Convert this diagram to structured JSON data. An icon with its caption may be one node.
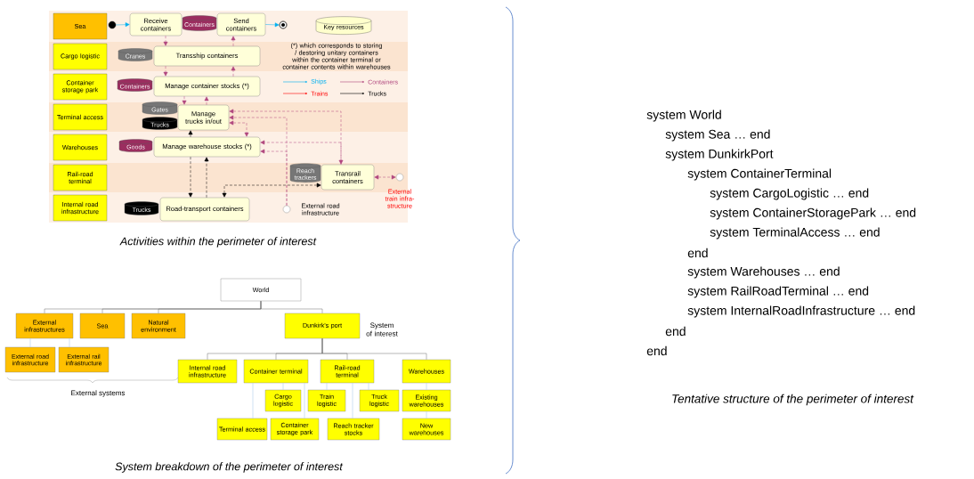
{
  "diagram": {
    "nodes": [
      {
        "text": [
          "Sea"
        ]
      },
      {
        "text": [
          "Cargo logistic"
        ]
      },
      {
        "text": [
          "Container storage park"
        ]
      },
      {
        "text": [
          "Terminal access"
        ]
      },
      {
        "text": [
          "Warehouses"
        ]
      },
      {
        "text": [
          "Rail-road terminal"
        ]
      },
      {
        "text": [
          "Internal road infrastructure"
        ]
      },
      {
        "text": [
          "Receive containers"
        ]
      },
      {
        "text": [
          "Send containers"
        ]
      },
      {
        "text": [
          "Transship containers"
        ]
      },
      {
        "text": [
          "Manage container stocks (*)"
        ]
      },
      {
        "text": [
          "Manage trucks in/out"
        ]
      },
      {
        "text": [
          "Manage warehouse stocks (*)"
        ]
      },
      {
        "text": [
          "Transrail containers"
        ]
      },
      {
        "text": [
          "Road-transport containers"
        ]
      },
      {
        "text": [
          "Containers"
        ]
      },
      {
        "text": [
          "Cranes"
        ]
      },
      {
        "text": [
          "Containers"
        ]
      },
      {
        "text": [
          "Gates"
        ]
      },
      {
        "text": [
          "Trucks"
        ]
      },
      {
        "text": [
          "Goods"
        ]
      },
      {
        "text": [
          "Reach trackers"
        ]
      },
      {
        "text": [
          "Trucks"
        ]
      },
      {
        "text": [
          "Key resources"
        ]
      },
      {
        "text": [],
        "shape": "circle"
      },
      {
        "text": [],
        "shape": "circle"
      },
      {
        "text": [],
        "shape": "circle",
        "beside": [
          "External road infrastructure"
        ]
      },
      {
        "text": [],
        "shape": "circle",
        "beside": [
          "External train infra-structure"
        ]
      },
      {
        "text": [
          "World"
        ]
      },
      {
        "text": [
          "External infrastructures"
        ]
      },
      {
        "text": [
          "Sea"
        ]
      },
      {
        "text": [
          "Natural environment"
        ]
      },
      {
        "text": [
          "Dunkirk's port"
        ],
        "beside": [
          "System of interest"
        ]
      },
      {
        "text": [
          "External road infrastructure"
        ]
      },
      {
        "text": [
          "External rail infrastructure"
        ]
      },
      {
        "text": [
          "Internal road infrastructure"
        ]
      },
      {
        "text": [
          "Container terminal"
        ]
      },
      {
        "text": [
          "Rail-road terminal"
        ]
      },
      {
        "text": [
          "Warehouses"
        ]
      },
      {
        "text": [
          "Cargo logistic"
        ]
      },
      {
        "text": [
          "Terminal access"
        ]
      },
      {
        "text": [
          "Container storage park"
        ]
      },
      {
        "text": [
          "Train logistic"
        ]
      },
      {
        "text": [
          "Truck logistic"
        ]
      },
      {
        "text": [
          "Reach tracker stocks"
        ]
      },
      {
        "text": [
          "Existing warehouses"
        ]
      },
      {
        "text": [
          "New warehouses"
        ]
      }
    ],
    "edges": [
      {
        "from": 24,
        "to": 7,
        "arrow": "to",
        "color": "#00b0f0"
      },
      {
        "from": 8,
        "to": 25,
        "arrow": "to",
        "color": "#00b0f0"
      },
      {
        "from": 7,
        "to": 9,
        "arrow": "to",
        "style": "dashed",
        "color": "#b0467e"
      },
      {
        "from": 9,
        "to": 10,
        "arrow": "to",
        "style": "dashed",
        "color": "#b0467e"
      },
      {
        "from": 9,
        "to": 8,
        "arrow": "to",
        "style": "dashed",
        "color": "#b0467e"
      },
      {
        "from": 10,
        "to": 9,
        "arrow": "to",
        "style": "dashed",
        "color": "#b0467e"
      },
      {
        "from": 10,
        "to": 11,
        "arrow": "to",
        "style": "dashed",
        "color": "#b0467e"
      },
      {
        "from": 11,
        "to": 10,
        "arrow": "to",
        "style": "dashed",
        "color": "#b0467e"
      },
      {
        "from": 12,
        "to": 11,
        "arrow": "to",
        "style": "dashed",
        "color": "#000000"
      },
      {
        "from": 11,
        "to": 12,
        "arrow": "both",
        "style": "dashed",
        "color": "#b0467e"
      },
      {
        "from": 11,
        "to": 13,
        "arrow": "both",
        "style": "dashed",
        "color": "#b0467e"
      },
      {
        "from": 26,
        "to": 11,
        "arrow": "to",
        "style": "dashed",
        "color": "#b0467e"
      },
      {
        "from": 13,
        "to": 12,
        "arrow": "to",
        "style": "dashed",
        "color": "#b0467e"
      },
      {
        "from": 26,
        "to": 12,
        "arrow": "to",
        "style": "dashed",
        "color": "#b0467e"
      },
      {
        "from": 13,
        "to": 27,
        "arrow": "both",
        "style": "dashed",
        "color": "#b0467e"
      },
      {
        "from": 12,
        "to": 14,
        "arrow": "to",
        "style": "dashed",
        "color": "#000000"
      },
      {
        "from": 14,
        "to": 12,
        "arrow": "to",
        "style": "dashed",
        "color": "#000000"
      },
      {
        "from": 13,
        "to": 14,
        "arrow": "both",
        "style": "dashed",
        "color": "#000000"
      },
      {
        "from": 28,
        "to": 29,
        "arrow": "none"
      },
      {
        "from": 28,
        "to": 30,
        "arrow": "none"
      },
      {
        "from": 28,
        "to": 31,
        "arrow": "none"
      },
      {
        "from": 28,
        "to": 32,
        "arrow": "none"
      },
      {
        "from": 29,
        "to": 33,
        "arrow": "none",
        "color": "#9dc3e6"
      },
      {
        "from": 29,
        "to": 34,
        "arrow": "none",
        "color": "#9dc3e6"
      },
      {
        "from": 32,
        "to": 35,
        "arrow": "none"
      },
      {
        "from": 32,
        "to": 36,
        "arrow": "none"
      },
      {
        "from": 32,
        "to": 37,
        "arrow": "none"
      },
      {
        "from": 32,
        "to": 38,
        "arrow": "none"
      },
      {
        "from": 36,
        "to": 39,
        "arrow": "none",
        "color": "#9dc3e6"
      },
      {
        "from": 36,
        "to": 40,
        "arrow": "none",
        "color": "#9dc3e6"
      },
      {
        "from": 36,
        "to": 41,
        "arrow": "none",
        "color": "#9dc3e6"
      },
      {
        "from": 37,
        "to": 42,
        "arrow": "none",
        "color": "#9dc3e6"
      },
      {
        "from": 37,
        "to": 43,
        "arrow": "none",
        "color": "#9dc3e6"
      },
      {
        "from": 37,
        "to": 44,
        "arrow": "none",
        "color": "#9dc3e6"
      },
      {
        "from": 38,
        "to": 45,
        "arrow": "none",
        "color": "#9dc3e6"
      },
      {
        "from": 45,
        "to": 46,
        "arrow": "none",
        "color": "#9dc3e6"
      }
    ],
    "labels": [
      "(*) which corresponds to storing / destoring unitary containers within the container terminal or container contents within warehouses",
      "Activities within the perimeter of interest",
      "External systems",
      "System breakdown of the perimeter of interest",
      "system World",
      "system Sea … end",
      "system DunkirkPort",
      "system ContainerTerminal",
      "system CargoLogistic … end",
      "system ContainerStoragePark … end",
      "system TerminalAccess … end",
      "end",
      "system Warehouses … end",
      "system RailRoadTerminal … end",
      "system InternalRoadInfrastructure … end",
      "end",
      "end",
      "Tentative structure of the perimeter of interest"
    ],
    "legend": [
      {
        "text": "Ships"
      },
      {
        "text": "Containers"
      },
      {
        "text": "Trains"
      },
      {
        "text": "Trucks"
      }
    ]
  }
}
